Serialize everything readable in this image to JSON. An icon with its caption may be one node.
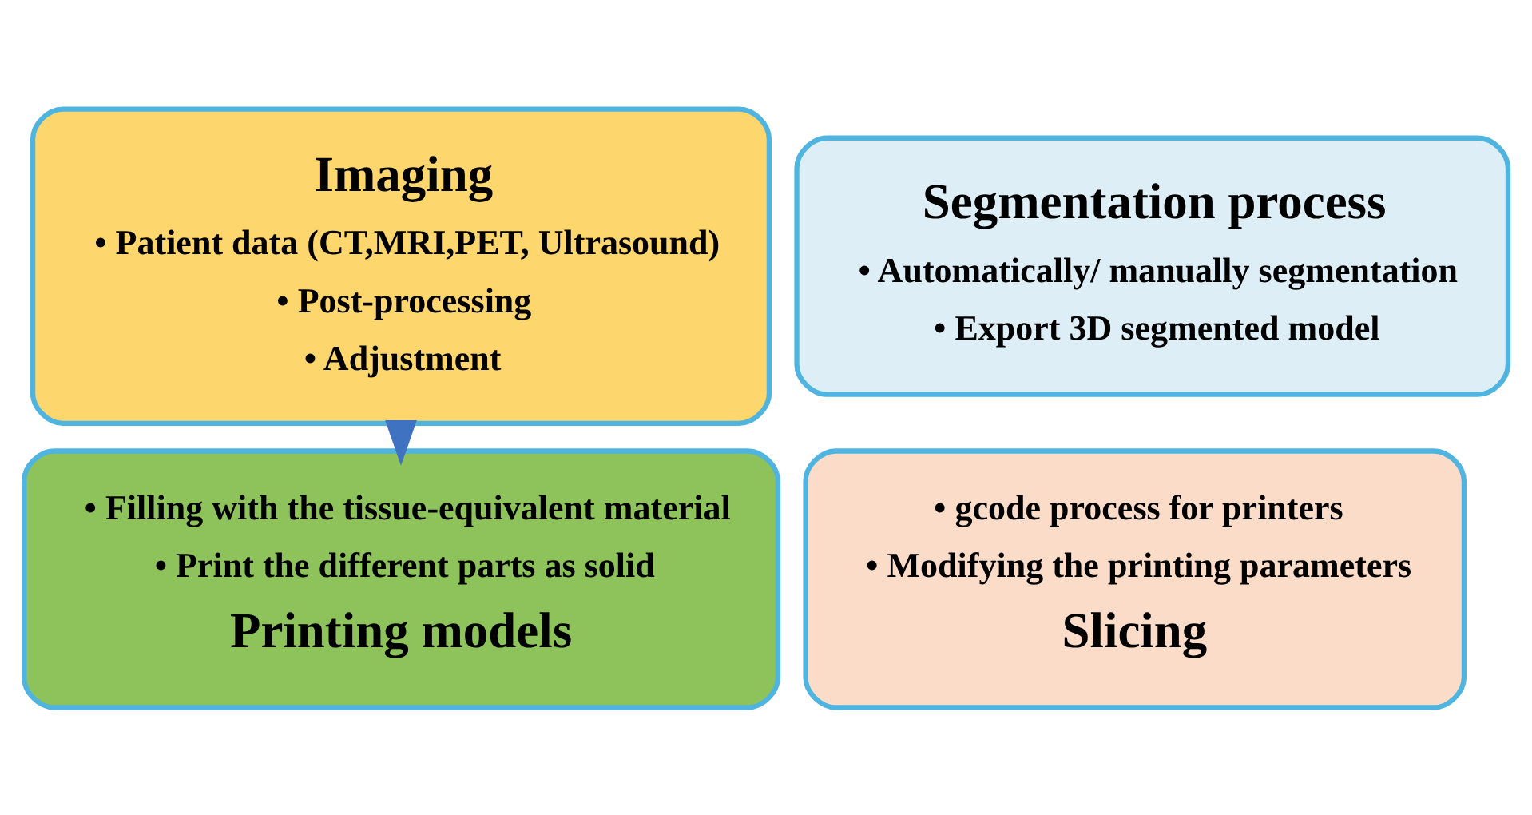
{
  "diagram": {
    "nodes": [
      {
        "text": [
          "Imaging",
          "• Patient data (CT,MRI,PET, Ultrasound)",
          "• Post-processing",
          "• Adjustment"
        ]
      },
      {
        "text": [
          "Segmentation process",
          "• Automatically/ manually segmentation",
          "• Export 3D segmented model"
        ]
      },
      {
        "text": [
          "• gcode process for printers",
          "• Modifying the printing parameters",
          "Slicing"
        ]
      },
      {
        "text": [
          "• Filling with the tissue-equivalent material",
          "• Print the different parts as solid",
          "Printing models"
        ]
      }
    ],
    "edges": [
      {
        "from": 0,
        "to": 3,
        "arrow": "to",
        "style": "thick"
      }
    ]
  }
}
